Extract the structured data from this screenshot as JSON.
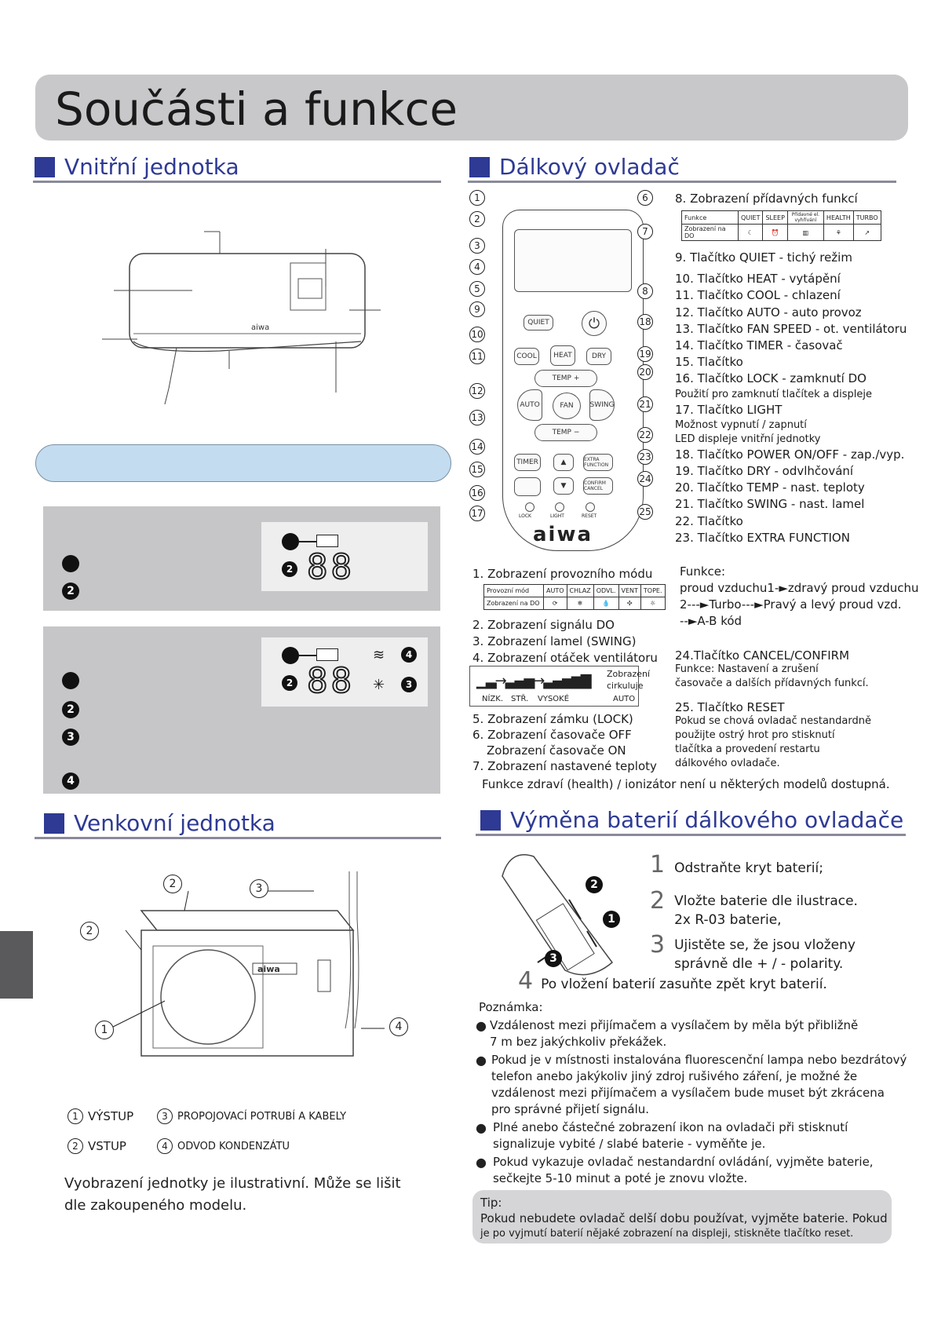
{
  "title": "Součásti a funkce",
  "sections": {
    "indoor": "Vnitřní jednotka",
    "remote": "Dálkový ovladač",
    "outdoor": "Venkovní jednotka",
    "battery": "Výměna baterií dálkového ovladače"
  },
  "brand": "aiwa",
  "panel1": {
    "items": [
      "",
      "2"
    ],
    "display_num": "88",
    "badge": "2"
  },
  "panel2": {
    "items": [
      "",
      "2",
      "3",
      "4"
    ],
    "display_num": "88",
    "badges": [
      "2",
      "4",
      "3"
    ]
  },
  "remote_callouts_left": [
    "1",
    "2",
    "3",
    "4",
    "5",
    "9",
    "10",
    "11",
    "12",
    "13",
    "14",
    "15",
    "16",
    "17"
  ],
  "remote_callouts_right": [
    "6",
    "7",
    "8",
    "18",
    "19",
    "20",
    "21",
    "22",
    "23",
    "24",
    "25"
  ],
  "remote_buttons": {
    "quiet": "QUIET",
    "cool": "COOL",
    "heat": "HEAT",
    "dry": "DRY",
    "temp_up": "TEMP +",
    "temp_down": "TEMP −",
    "auto": "AUTO",
    "fan": "FAN",
    "swing": "SWING",
    "timer": "TIMER",
    "extra": "EXTRA FUNCTION",
    "confirm": "CONFIRM CANCEL",
    "lock": "LOCK",
    "light": "LIGHT",
    "reset": "RESET"
  },
  "remote_desc": [
    "8. Zobrazení přídavných funkcí",
    "9. Tlačítko QUIET - tichý režim",
    "10. Tlačítko HEAT - vytápění",
    "11. Tlačítko COOL - chlazení",
    "12. Tlačítko AUTO - auto provoz",
    "13. Tlačítko FAN SPEED - ot. ventilátoru",
    "14.  Tlačítko TIMER - časovač",
    "15. Tlačítko",
    "16. Tlačítko LOCK - zamknutí DO",
    "Použití pro zamknutí tlačítek a displeje",
    "17. Tlačítko LIGHT",
    "Možnost vypnutí / zapnutí",
    "LED displeje vnitřní jednotky",
    "18. Tlačítko POWER ON/OFF - zap./vyp.",
    "19. Tlačítko DRY - odvlhčování",
    "20. Tlačítko TEMP - nast. teploty",
    "21. Tlačítko SWING - nast. lamel",
    "22. Tlačítko",
    "23. Tlačítko EXTRA FUNCTION"
  ],
  "extra_table": {
    "row1": [
      "Funkce",
      "QUIET",
      "SLEEP",
      "Přídavné el. vyhřívání",
      "HEALTH",
      "TURBO"
    ],
    "row2": [
      "Zobrazení na DO",
      "",
      "",
      "",
      "",
      ""
    ]
  },
  "funkce": [
    "Funkce:",
    "proud vzduchu1-►zdravý proud vzduchu",
    "2---►Turbo---►Pravý a levý proud vzd.",
    "--►A-B kód"
  ],
  "mode_title": "1. Zobrazení provozního módu",
  "mode_table": {
    "row1": [
      "Provozní mód",
      "AUTO",
      "CHLAZ",
      "ODVL.",
      "VENT",
      "TOPE."
    ],
    "row2": [
      "Zobrazení na DO",
      "",
      "",
      "",
      "",
      ""
    ]
  },
  "left_list": [
    "2. Zobrazení signálu DO",
    "3. Zobrazení lamel (SWING)",
    "4. Zobrazení otáček ventilátoru"
  ],
  "fan_labels": [
    "NÍZK.",
    "STŘ.",
    "VYSOKÉ",
    "AUTO"
  ],
  "fan_auto": "Zobrazení cirkuluje",
  "left_list2": [
    "5. Zobrazení zámku (LOCK)",
    "6. Zobrazení časovače OFF",
    "Zobrazení časovače ON",
    "7. Zobrazení nastavené teploty"
  ],
  "cancel_confirm": [
    "24.Tlačítko CANCEL/CONFIRM",
    "Funkce: Nastavení a zrušení",
    "časovače a dalších přídavných funkcí."
  ],
  "reset": [
    "25. Tlačítko RESET",
    "Pokud se chová ovladač nestandardně",
    "použijte ostrý hrot pro stisknutí",
    "tlačítka a provedení restartu",
    "dálkového ovladače."
  ],
  "health_note": "Funkce zdraví (health) / ionizátor není u některých modelů dostupná.",
  "outdoor_labels": {
    "l1": "VÝSTUP",
    "l2": "VSTUP",
    "l3": "PROPOJOVACÍ POTRUBÍ A KABELY",
    "l4": "ODVOD KONDENZÁTU"
  },
  "outdoor_note": [
    "Vyobrazení jednotky je ilustrativní. Může se lišit",
    "dle zakoupeného modelu."
  ],
  "steps": [
    {
      "n": "1",
      "text": "Odstraňte kryt baterií;"
    },
    {
      "n": "2",
      "text": "Vložte baterie dle ilustrace.",
      "text2": "2x R-03 baterie,"
    },
    {
      "n": "3",
      "text": "Ujistěte se, že jsou vloženy",
      "text2": "správně dle + / - polarity."
    },
    {
      "n": "4",
      "text": "Po vložení baterií zasuňte zpět kryt baterií."
    }
  ],
  "note_title": "Poznámka:",
  "notes": [
    [
      "Vzdálenost mezi přijímačem a vysílačem by měla být přibližně",
      "7 m bez jakýchkoliv překážek."
    ],
    [
      "Pokud je v místnosti instalována fluorescenční lampa nebo bezdrátový",
      "telefon anebo jakýkoliv jiný zdroj rušivého záření, je možné že",
      "vzdálenost mezi přijímačem a vysílačem bude muset být zkrácena",
      "pro správné přijetí signálu."
    ],
    [
      "Plné anebo částečné zobrazení ikon na ovladači při stisknutí",
      "signalizuje vybité / slabé baterie - vyměňte je."
    ],
    [
      "Pokud vykazuje ovladač nestandardní ovládání, vyjměte baterie,",
      "sečkejte 5-10 minut a poté je znovu vložte."
    ]
  ],
  "tip": {
    "title": "Tip:",
    "l1": "Pokud nebudete ovladač delší dobu používat, vyjměte baterie. Pokud",
    "l2": "je po vyjmutí baterií nějaké zobrazení na displeji, stiskněte tlačítko reset."
  }
}
